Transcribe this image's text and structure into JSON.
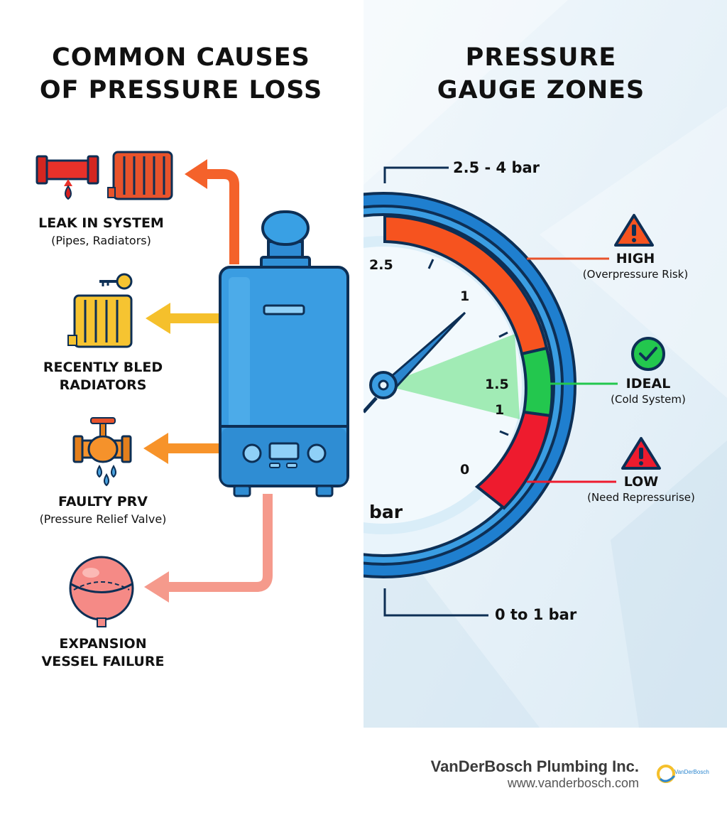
{
  "left_title": {
    "line1": "COMMON CAUSES",
    "line2": "OF PRESSURE LOSS"
  },
  "right_title": {
    "line1": "PRESSURE",
    "line2": "GAUGE ZONES"
  },
  "causes": [
    {
      "label": "LEAK IN SYSTEM",
      "sub": "(Pipes, Radiators)",
      "icon": "leaking-pipe-radiator-icon",
      "arrow_color": "#f4622b"
    },
    {
      "label1": "RECENTLY BLED",
      "label2": "RADIATORS",
      "icon": "radiator-bleed-key-icon",
      "arrow_color": "#f5c02c"
    },
    {
      "label": "FAULTY PRV",
      "sub": "(Pressure Relief Valve)",
      "icon": "dripping-valve-icon",
      "arrow_color": "#f7932a"
    },
    {
      "label1": "EXPANSION",
      "label2": "VESSEL FAILURE",
      "icon": "expansion-vessel-icon",
      "arrow_color": "#f59a8c"
    }
  ],
  "gauge": {
    "top_callout": "2.5 - 4 bar",
    "bottom_callout": "0 to 1 bar",
    "unit": "bar",
    "ticks": [
      "2.5",
      "1",
      "1.5",
      "1",
      "0"
    ],
    "zones": [
      {
        "name": "HIGH",
        "desc": "(Overpressure Risk)",
        "color": "#f6531f",
        "icon": "warning-icon"
      },
      {
        "name": "IDEAL",
        "desc": "(Cold System)",
        "color": "#23c74e",
        "icon": "check-circle-icon"
      },
      {
        "name": "LOW",
        "desc": "(Need Repressurise)",
        "color": "#ee1b2e",
        "icon": "warning-icon"
      }
    ]
  },
  "footer": {
    "company": "VanDerBosch Plumbing Inc.",
    "url": "www.vanderbosch.com",
    "logo_text": "VanDerBosch"
  }
}
